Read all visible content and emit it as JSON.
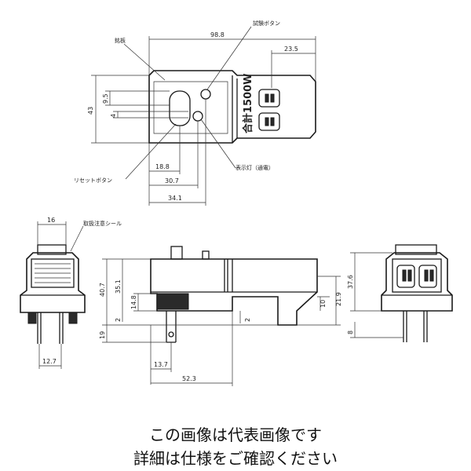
{
  "labels": {
    "nameplate": "銘板",
    "test_button": "試験ボタン",
    "reset_button": "リセットボタン",
    "indicator": "表示灯（通電）",
    "caution_seal": "取扱注意シール",
    "rating_mark": "合計1500W"
  },
  "dimensions": {
    "top_length": "98.8",
    "top_right_width": "23.5",
    "top_height": "43",
    "top_9_5": "9.5",
    "top_4": "4",
    "top_18_8": "18.8",
    "top_30_7": "30.7",
    "top_34_1": "34.1",
    "left_width": "16",
    "left_pin_span": "12.7",
    "side_height": "40.7",
    "side_35_1": "35.1",
    "side_14_8": "14.8",
    "side_2_left": "2",
    "side_19": "19",
    "side_2_mid": "2",
    "side_10": "10",
    "side_21_9": "21.9",
    "side_13_7": "13.7",
    "side_52_3": "52.3",
    "right_height": "37.6",
    "right_8": "8"
  },
  "caption": {
    "line1": "この画像は代表画像です",
    "line2": "詳細は仕様をご確認ください"
  }
}
